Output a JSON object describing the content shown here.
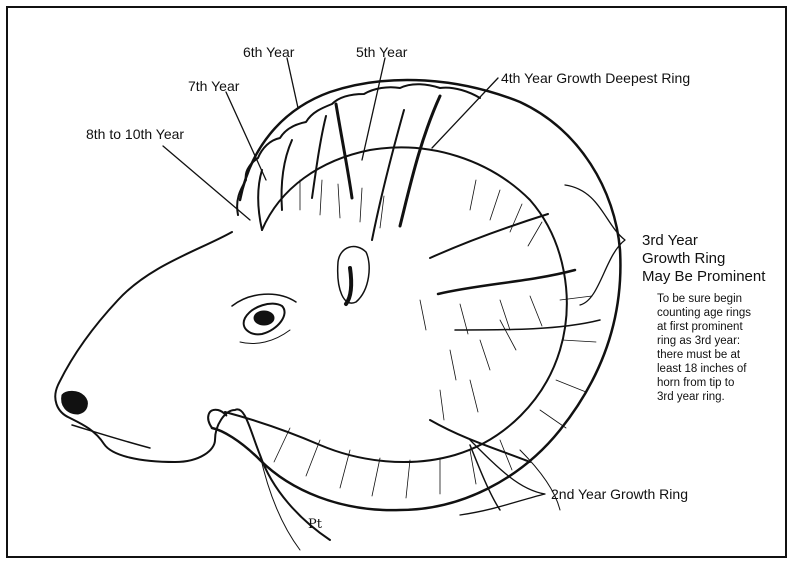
{
  "labels": {
    "year6": "6th Year",
    "year5": "5th Year",
    "year4": "4th Year Growth Deepest Ring",
    "year7": "7th Year",
    "year8to10": "8th to 10th  Year",
    "year3": [
      "3rd Year",
      "Growth Ring",
      "May Be Prominent"
    ],
    "year2": "2nd Year Growth Ring"
  },
  "note": [
    "To be sure begin",
    "counting age rings",
    "at first prominent",
    "ring as 3rd year:",
    "there must be at",
    "least 18 inches of",
    "horn from tip to",
    "3rd year ring."
  ],
  "signature": "Pt",
  "colors": {
    "ink": "#111111",
    "paper": "#ffffff"
  }
}
